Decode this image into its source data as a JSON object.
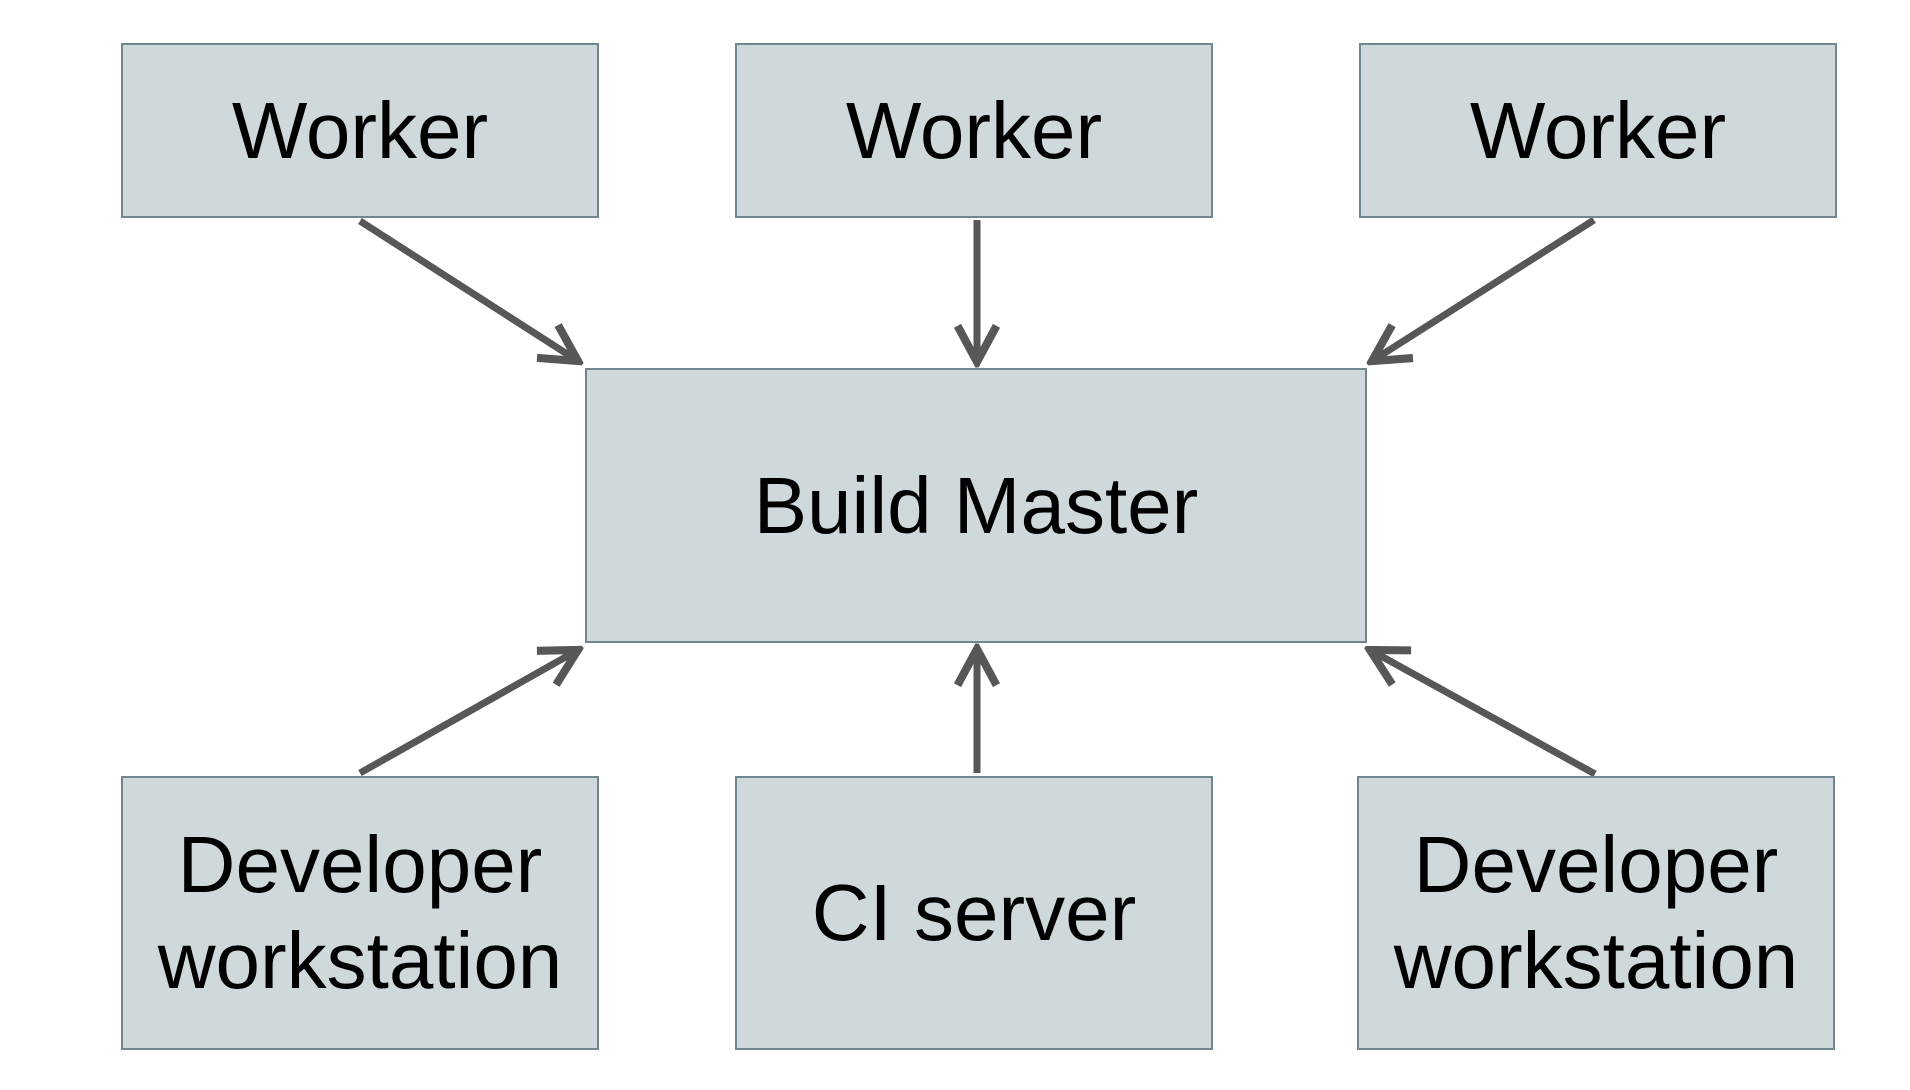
{
  "diagram": {
    "nodes": [
      {
        "id": "worker-1",
        "label": "Worker"
      },
      {
        "id": "worker-2",
        "label": "Worker"
      },
      {
        "id": "worker-3",
        "label": "Worker"
      },
      {
        "id": "build-master",
        "label": "Build Master"
      },
      {
        "id": "developer-workstation-left",
        "label": "Developer workstation"
      },
      {
        "id": "ci-server",
        "label": "CI server"
      },
      {
        "id": "developer-workstation-right",
        "label": "Developer workstation"
      }
    ],
    "edges": [
      {
        "from": "worker-1",
        "to": "build-master"
      },
      {
        "from": "worker-2",
        "to": "build-master"
      },
      {
        "from": "worker-3",
        "to": "build-master"
      },
      {
        "from": "developer-workstation-left",
        "to": "build-master"
      },
      {
        "from": "ci-server",
        "to": "build-master"
      },
      {
        "from": "developer-workstation-right",
        "to": "build-master"
      }
    ],
    "colors": {
      "background": "#ffffff",
      "node_fill": "#cfd8da",
      "node_border": "#70878f",
      "arrow": "#575757",
      "text": "#000000"
    }
  }
}
